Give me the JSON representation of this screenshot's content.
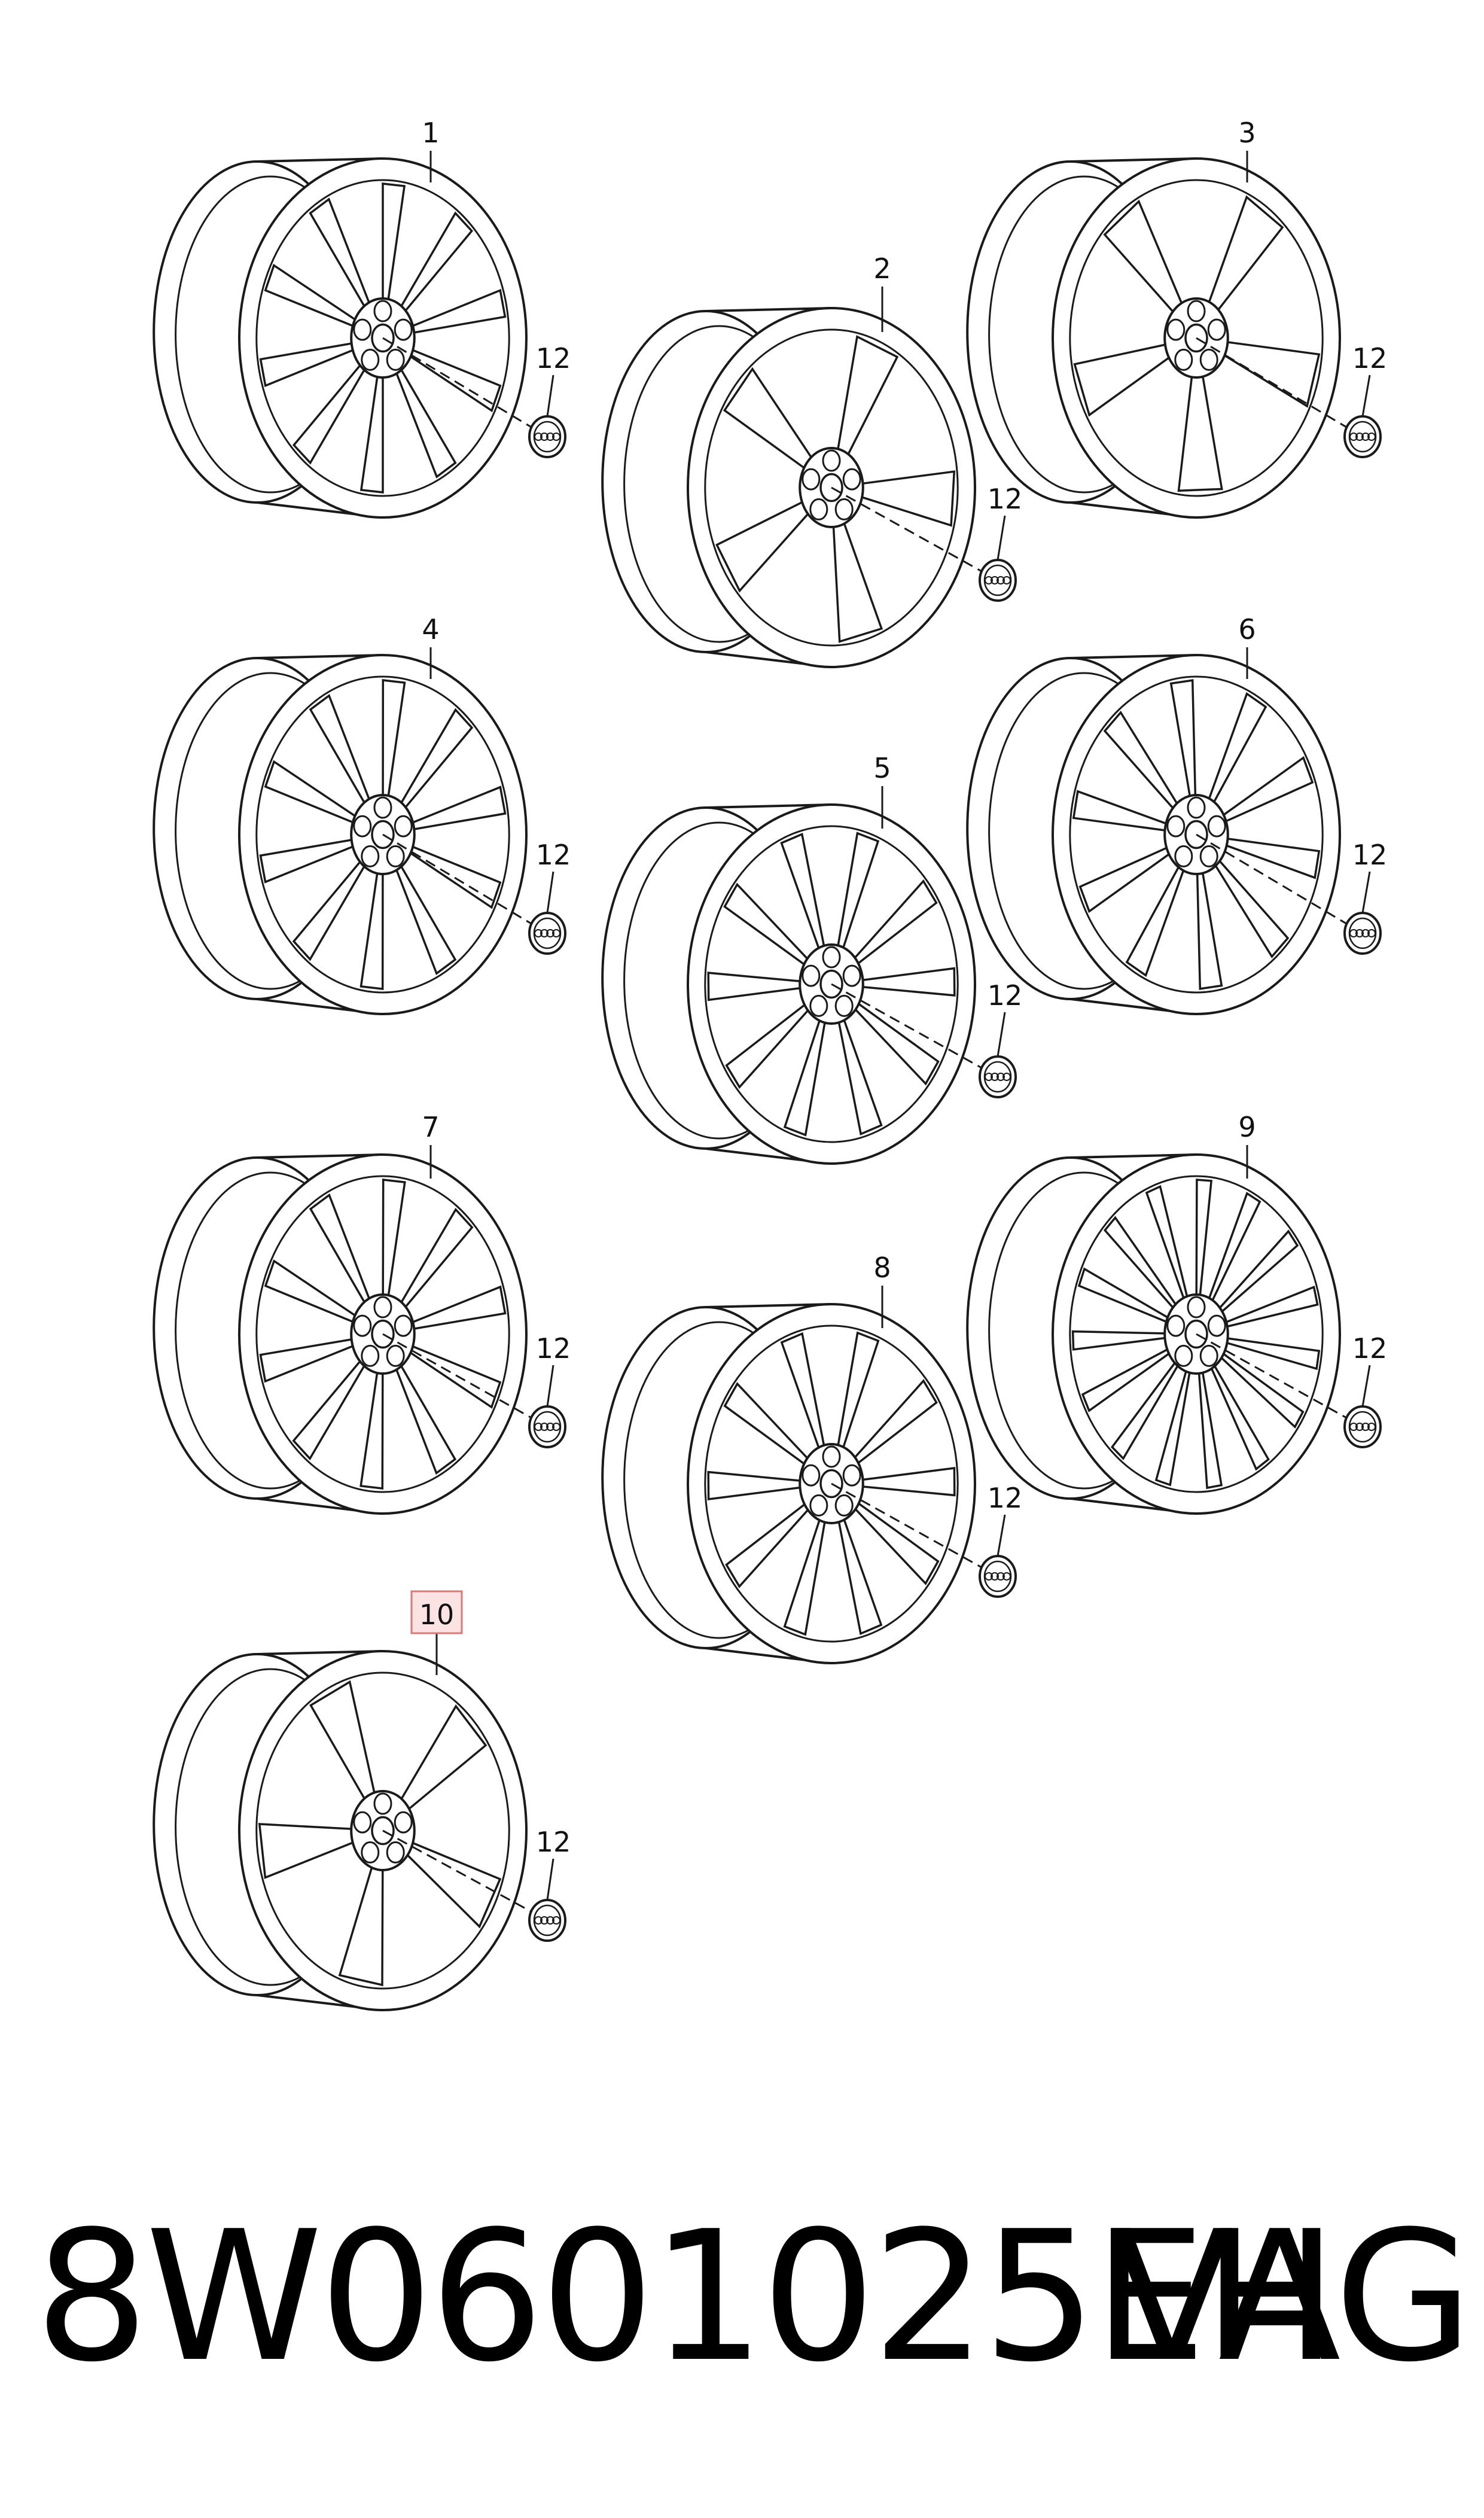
{
  "diagram": {
    "wheels": [
      {
        "ref": "1",
        "cap_ref": "12",
        "spokes": 10,
        "highlighted": false
      },
      {
        "ref": "2",
        "cap_ref": "12",
        "spokes": 5,
        "highlighted": false
      },
      {
        "ref": "3",
        "cap_ref": "12",
        "spokes": 5,
        "highlighted": false
      },
      {
        "ref": "4",
        "cap_ref": "12",
        "spokes": 10,
        "highlighted": false
      },
      {
        "ref": "5",
        "cap_ref": "12",
        "spokes": 10,
        "highlighted": false
      },
      {
        "ref": "6",
        "cap_ref": "12",
        "spokes": 10,
        "highlighted": false
      },
      {
        "ref": "7",
        "cap_ref": "12",
        "spokes": 10,
        "highlighted": false
      },
      {
        "ref": "8",
        "cap_ref": "12",
        "spokes": 10,
        "highlighted": false
      },
      {
        "ref": "9",
        "cap_ref": "12",
        "spokes": 15,
        "highlighted": false
      },
      {
        "ref": "10",
        "cap_ref": "12",
        "spokes": 5,
        "highlighted": true
      }
    ],
    "colors": {
      "line": "#1a1a1a",
      "highlight_fill": "#fbe3e3",
      "highlight_border": "#d97a7a"
    }
  },
  "footer": {
    "part_number": "8W0601025EH",
    "brand": "VAG"
  }
}
